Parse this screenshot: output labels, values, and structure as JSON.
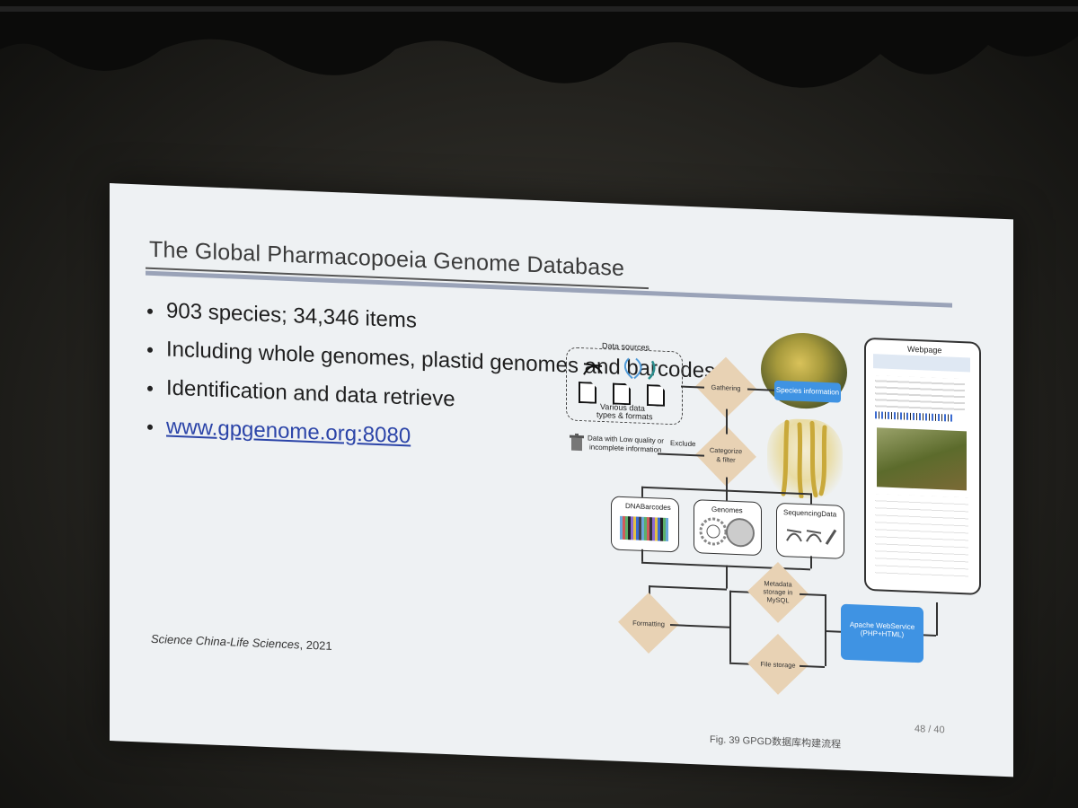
{
  "slide": {
    "title": "The Global Pharmacopoeia Genome Database",
    "bullets": [
      "903 species; 34,346 items",
      "Including whole genomes, plastid genomes and barcodes",
      "Identification and data retrieve"
    ],
    "link": "www.gpgenome.org:8080",
    "citation_journal": "Science China-Life Sciences",
    "citation_year": ", 2021",
    "page_number": "48 / 40",
    "figure_caption": "Fig. 39 GPGD数据库构建流程"
  },
  "diagram": {
    "data_sources": "Data sources",
    "various_data": "Various data",
    "types_formats": "types & formats",
    "gathering": "Gathering",
    "species_information": "Species information",
    "categorize_filter_1": "Categorize",
    "categorize_filter_2": "& filter",
    "exclude": "Exclude",
    "low_quality_1": "Data with Low quality or",
    "low_quality_2": "incomplete information",
    "dna_barcodes": "DNABarcodes",
    "genomes": "Genomes",
    "sequencing_data": "SequencingData",
    "formatting": "Formatting",
    "metadata_1": "Metadata",
    "metadata_2": "storage in",
    "metadata_3": "MySQL",
    "file_storage": "File storage",
    "webservice_1": "Apache WebService",
    "webservice_2": "(PHP+HTML)",
    "webpage": "Webpage"
  },
  "colors": {
    "slide_bg": "#eef1f3",
    "title_rule": "#9aa3b8",
    "link": "#2b44a8",
    "diamond": "#e8d2b4",
    "service_blue": "#3f93e3"
  }
}
